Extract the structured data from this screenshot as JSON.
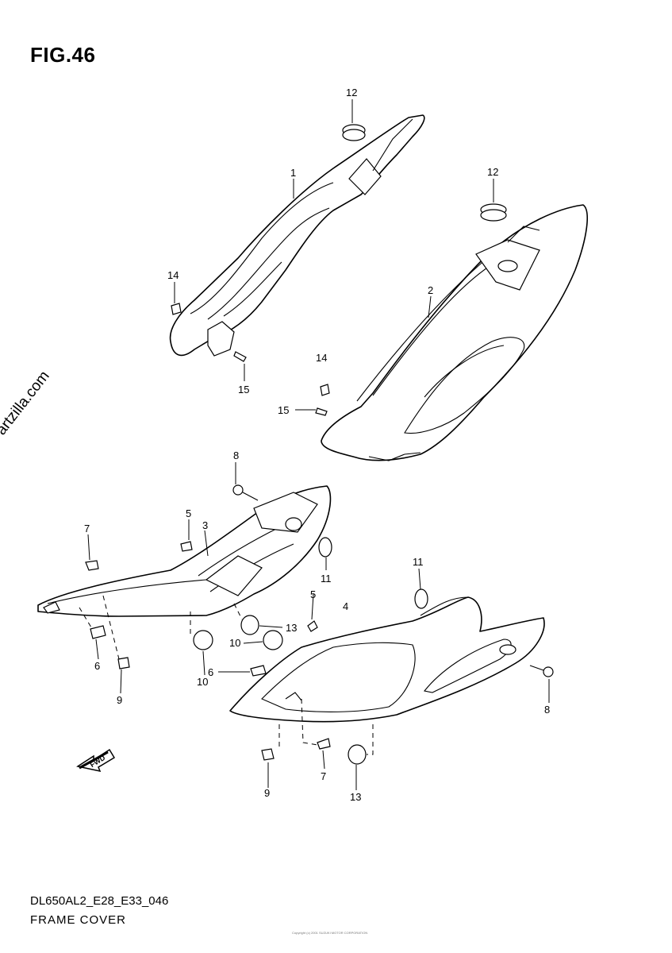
{
  "figure": {
    "title": "FIG.46"
  },
  "watermark": "© Partzilla.com",
  "footer": {
    "code": "DL650AL2_E28_E33_046",
    "caption": "FRAME COVER",
    "copyright": "Copyright (c) 2001 SUZUKI MOTOR CORPORATION"
  },
  "fwd_label": "FWD",
  "callouts": {
    "c12a": "12",
    "c12b": "12",
    "c1": "1",
    "c2": "2",
    "c14a": "14",
    "c14b": "14",
    "c15a": "15",
    "c15b": "15",
    "c8a": "8",
    "c8b": "8",
    "c5a": "5",
    "c5b": "5",
    "c3": "3",
    "c4": "4",
    "c7a": "7",
    "c7b": "7",
    "c11a": "11",
    "c11b": "11",
    "c13a": "13",
    "c13b": "13",
    "c10a": "10",
    "c10b": "10",
    "c6a": "6",
    "c6b": "6",
    "c9a": "9",
    "c9b": "9"
  }
}
